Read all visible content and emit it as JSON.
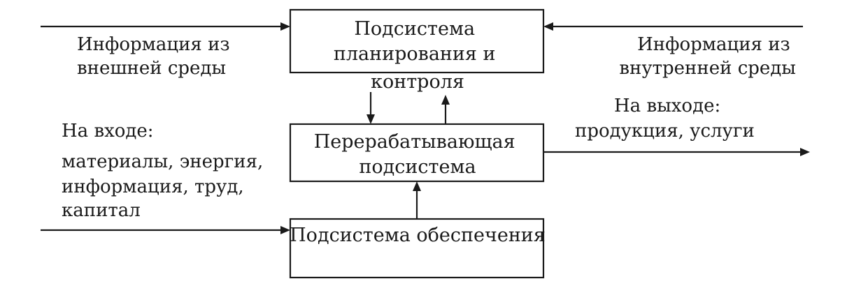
{
  "nodes": {
    "planning": {
      "lines": [
        "Подсистема",
        "планирования и",
        "контроля"
      ]
    },
    "processing": {
      "lines": [
        "Перерабатывающая",
        "подсистема"
      ]
    },
    "support": {
      "lines": [
        "Подсистема обеспечения"
      ]
    }
  },
  "labels": {
    "external_info": [
      "Информация из",
      "внешней среды"
    ],
    "internal_info": [
      "Информация из",
      "внутренней среды"
    ],
    "output": [
      "На выходе:",
      "продукция, услуги"
    ],
    "input": [
      "На входе:",
      "материалы, энергия,",
      "информация, труд,",
      "капитал"
    ]
  },
  "colors": {
    "ink": "#1a1a1a",
    "background": "#ffffff"
  }
}
